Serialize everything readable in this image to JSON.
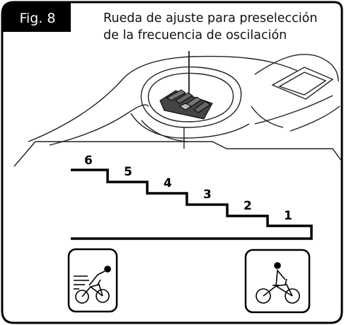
{
  "figure": {
    "label": "Fig. 8",
    "caption_line1": "Rueda de ajuste para preselección",
    "caption_line2": "de la frecuencia de oscilación"
  },
  "steps": [
    "6",
    "5",
    "4",
    "3",
    "2",
    "1"
  ],
  "icons": {
    "left": "fast-cyclist-icon",
    "right": "upright-cyclist-icon"
  },
  "colors": {
    "frame": "#000000",
    "background": "#ffffff"
  }
}
